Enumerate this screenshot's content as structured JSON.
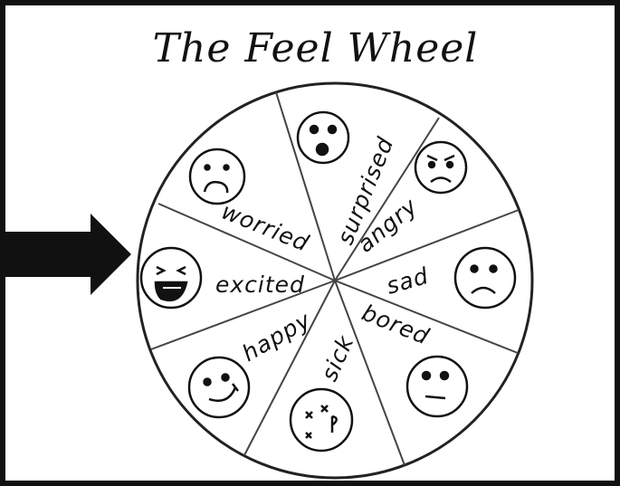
{
  "title": "The Feel Wheel",
  "segments": [
    {
      "label": "surprised",
      "icon": "surprised-face-icon"
    },
    {
      "label": "angry",
      "icon": "angry-face-icon"
    },
    {
      "label": "sad",
      "icon": "sad-face-icon"
    },
    {
      "label": "bored",
      "icon": "bored-face-icon"
    },
    {
      "label": "sick",
      "icon": "sick-face-icon"
    },
    {
      "label": "happy",
      "icon": "happy-face-icon"
    },
    {
      "label": "excited",
      "icon": "excited-face-icon"
    },
    {
      "label": "worried",
      "icon": "worried-face-icon"
    }
  ],
  "pointer": {
    "icon": "arrow-right-icon",
    "target": "excited"
  },
  "colors": {
    "ink": "#111111",
    "background": "#ffffff"
  }
}
